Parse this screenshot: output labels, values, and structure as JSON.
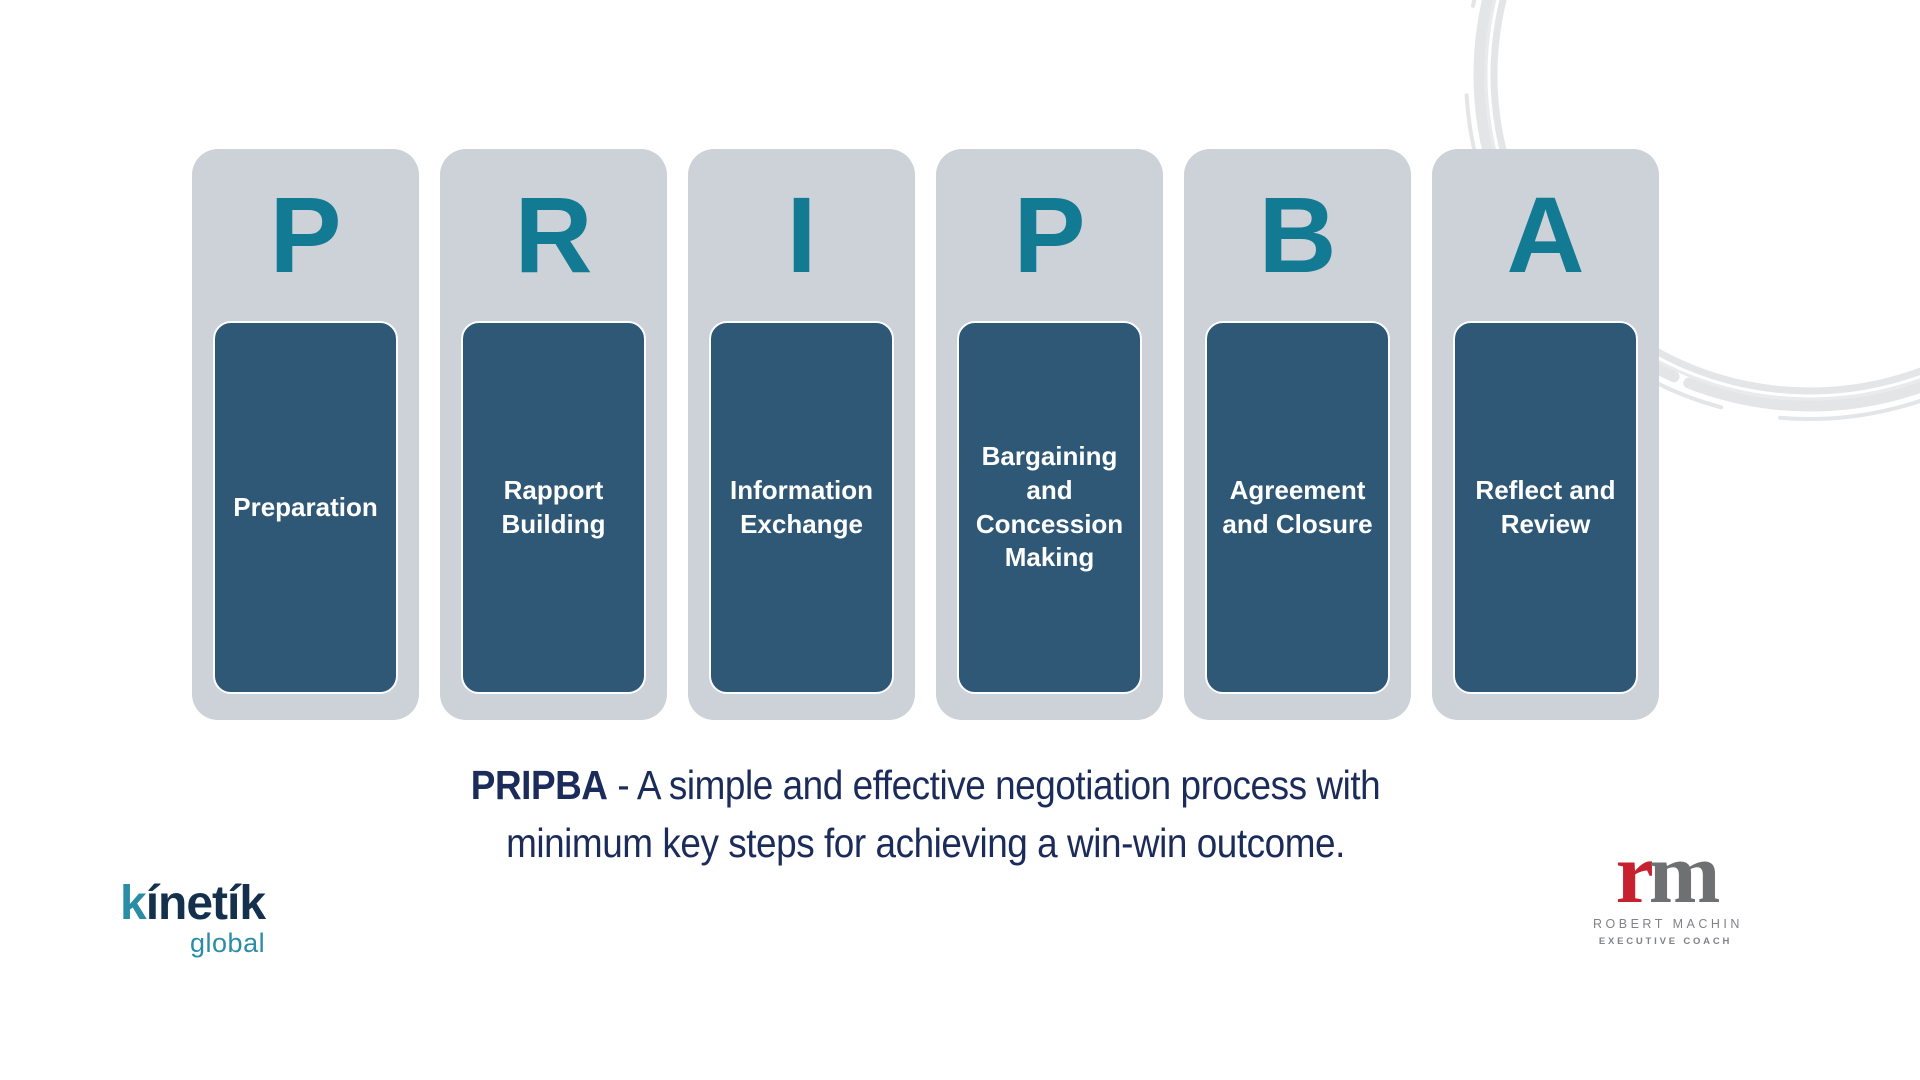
{
  "diagram": {
    "acronym": "PRIPBA",
    "steps": [
      {
        "letter": "P",
        "label": "Preparation"
      },
      {
        "letter": "R",
        "label": "Rapport\nBuilding"
      },
      {
        "letter": "I",
        "label": "Information\nExchange"
      },
      {
        "letter": "P",
        "label": "Bargaining\nand\nConcession\nMaking"
      },
      {
        "letter": "B",
        "label": "Agreement\nand Closure"
      },
      {
        "letter": "A",
        "label": "Reflect and\nReview"
      }
    ]
  },
  "caption": {
    "acronym": "PRIPBA",
    "line1_rest": " - A simple and effective negotiation process with",
    "line2": "minimum key steps for achieving a win-win outcome."
  },
  "logos": {
    "kinetik": {
      "first_letter": "k",
      "rest": "ínetík",
      "subtitle": "global"
    },
    "rm": {
      "monogram_r": "r",
      "monogram_m": "m",
      "name": "ROBERT MACHIN",
      "title": "EXECUTIVE COACH"
    }
  },
  "colors": {
    "column_bg": "#cdd1d8",
    "card_bg": "#2f5877",
    "card_border": "#fbfcfd",
    "letter_teal": "#127b93",
    "caption_navy": "#1b2b5a",
    "kinetik_teal": "#2a8da6",
    "kinetik_navy": "#14304c",
    "rm_red": "#c5212f",
    "rm_gray": "#6f7072",
    "rm_text_gray": "#808285",
    "brush_circle_gray": "#e4e5e7"
  }
}
